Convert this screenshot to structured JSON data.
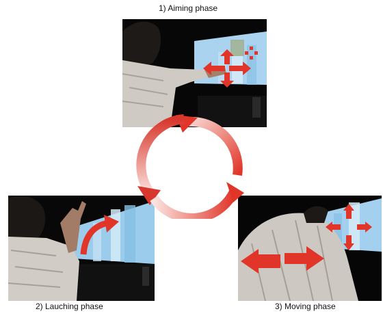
{
  "phases": [
    {
      "label": "1) Aiming phase"
    },
    {
      "label": "2) Lauching phase"
    },
    {
      "label": "3) Moving phase"
    }
  ],
  "colors": {
    "arrow_red": "#e03528",
    "arrow_light": "#fbe3df",
    "screen_blue": "#a9d3ef"
  }
}
